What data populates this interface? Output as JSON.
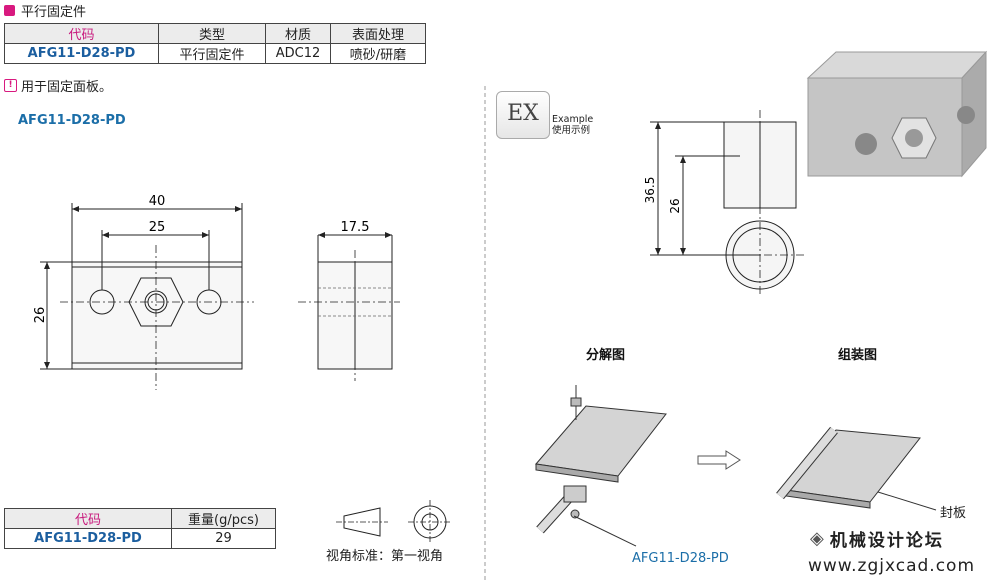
{
  "section_title": "平行固定件",
  "spec_table": {
    "headers": [
      "代码",
      "类型",
      "材质",
      "表面处理"
    ],
    "row": [
      "AFG11-D28-PD",
      "平行固定件",
      "ADC12",
      "喷砂/研磨"
    ]
  },
  "note": "用于固定面板。",
  "model_label": "AFG11-D28-PD",
  "dims": {
    "d40": "40",
    "d25": "25",
    "d26_left": "26",
    "d17_5": "17.5",
    "d36_5": "36.5",
    "d26_right": "26"
  },
  "example": {
    "badge": "EX",
    "line1": "Example",
    "line2": "使用示例"
  },
  "labels": {
    "exploded": "分解图",
    "assembled": "组装图",
    "seal": "封板",
    "part": "AFG11-D28-PD"
  },
  "weight_table": {
    "headers": [
      "代码",
      "重量(g/pcs)"
    ],
    "row": [
      "AFG11-D28-PD",
      "29"
    ]
  },
  "projection": "视角标准：第一视角",
  "watermark": {
    "logo": "机械设计论坛",
    "url": "www.zgjxcad.com"
  },
  "colors": {
    "accent_magenta": "#d8197f",
    "code_blue": "#1b5e9f"
  }
}
